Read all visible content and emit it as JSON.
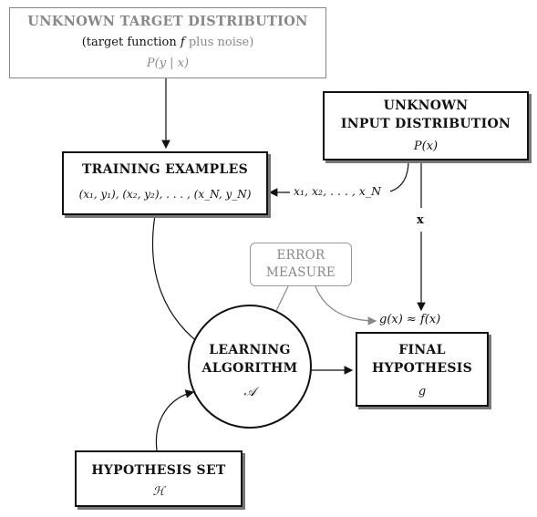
{
  "target_dist": {
    "title": "UNKNOWN TARGET DISTRIBUTION",
    "subtitle_pre": "(target function ",
    "subtitle_f": "f",
    "subtitle_post": " plus noise)",
    "formula": "P(y | x)"
  },
  "input_dist": {
    "title_line1": "UNKNOWN",
    "title_line2": "INPUT DISTRIBUTION",
    "formula": "P(x)"
  },
  "training": {
    "title": "TRAINING EXAMPLES",
    "formula": "(x₁, y₁), (x₂, y₂), . . . , (x_N, y_N)"
  },
  "inputs_label": "x₁, x₂, . . . , x_N",
  "x_label": "x",
  "error_measure": {
    "line1": "ERROR",
    "line2": "MEASURE"
  },
  "approx_label": "g(x) ≈ f(x)",
  "learning": {
    "line1": "LEARNING",
    "line2": "ALGORITHM",
    "symbol": "𝒜"
  },
  "final": {
    "line1": "FINAL",
    "line2": "HYPOTHESIS",
    "symbol": "g"
  },
  "hypothesis_set": {
    "title": "HYPOTHESIS SET",
    "symbol": "ℋ"
  },
  "colors": {
    "ink": "#111111",
    "gray": "#888888"
  }
}
